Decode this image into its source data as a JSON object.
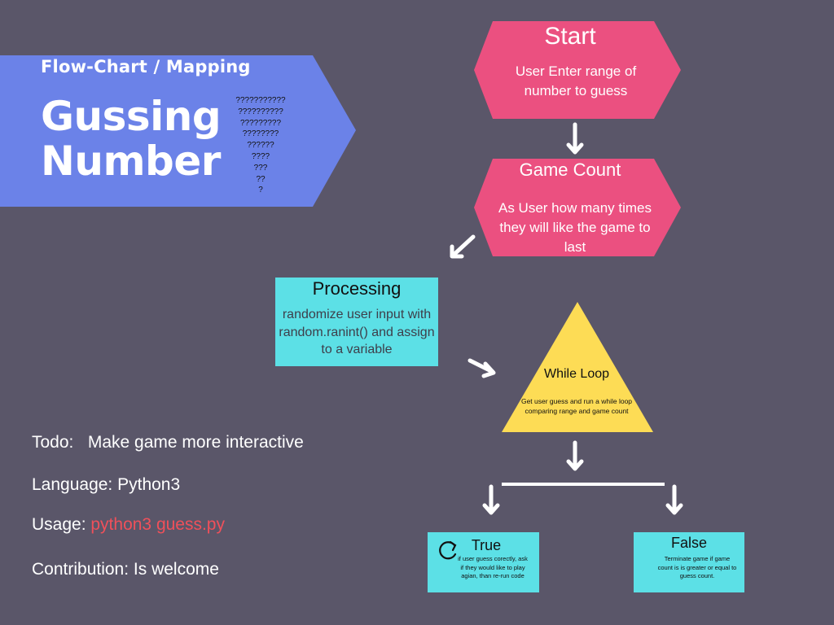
{
  "banner": {
    "subtitle": "Flow-Chart / Mapping",
    "title_line1": "Gussing",
    "title_line2": "Number",
    "question_marks": [
      "???????????",
      "??????????",
      "?????????",
      "????????",
      "??????",
      "????",
      "???",
      "??",
      "?"
    ]
  },
  "start": {
    "title": "Start",
    "text": "User Enter range of number to  guess"
  },
  "game_count": {
    "title": "Game Count",
    "text": "As User how many times they will like the game to last"
  },
  "processing": {
    "title": "Processing",
    "text": "randomize user input with random.ranint() and assign to a variable"
  },
  "while_loop": {
    "title": "While Loop",
    "text": "Get user guess and run a while loop comparing range and game count"
  },
  "true_box": {
    "title": "True",
    "text": "if user guess corectly, ask if they would like to play agian, than re-run code"
  },
  "false_box": {
    "title": "False",
    "text": "Terminate game if game count is is greater or equal to guess count."
  },
  "info": {
    "todo": "Todo:   Make game more interactive",
    "language": "Language: Python3",
    "usage_label": "Usage: ",
    "usage_command": "python3 guess.py",
    "contribution": "Contribution: Is welcome"
  },
  "colors": {
    "background": "#5a5669",
    "banner": "#6b82e8",
    "hexagon": "#eb5080",
    "box": "#5ce0e6",
    "triangle": "#fddc55",
    "command": "#f0505a"
  },
  "icons": {
    "refresh": "circular-arrow-icon",
    "arrow": "down-arrow-icon"
  }
}
